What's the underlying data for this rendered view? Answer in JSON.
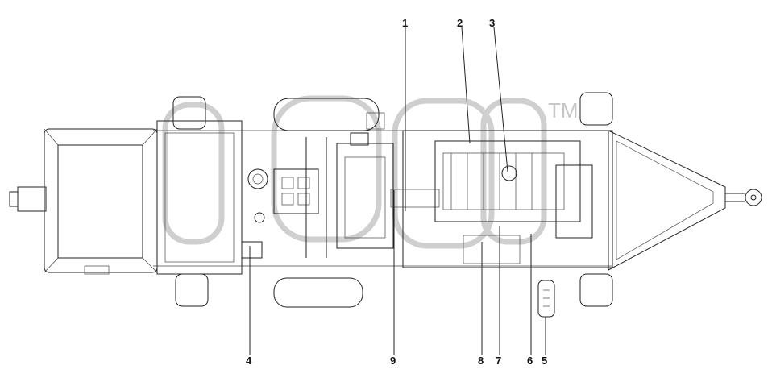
{
  "callouts": {
    "c1": "1",
    "c2": "2",
    "c3": "3",
    "c4": "4",
    "c5": "5",
    "c6": "6",
    "c7": "7",
    "c8": "8",
    "c9": "9"
  },
  "watermark": {
    "mark": "TM"
  },
  "colors": {
    "line": "#222222",
    "watermark": "#c7c7c7"
  }
}
